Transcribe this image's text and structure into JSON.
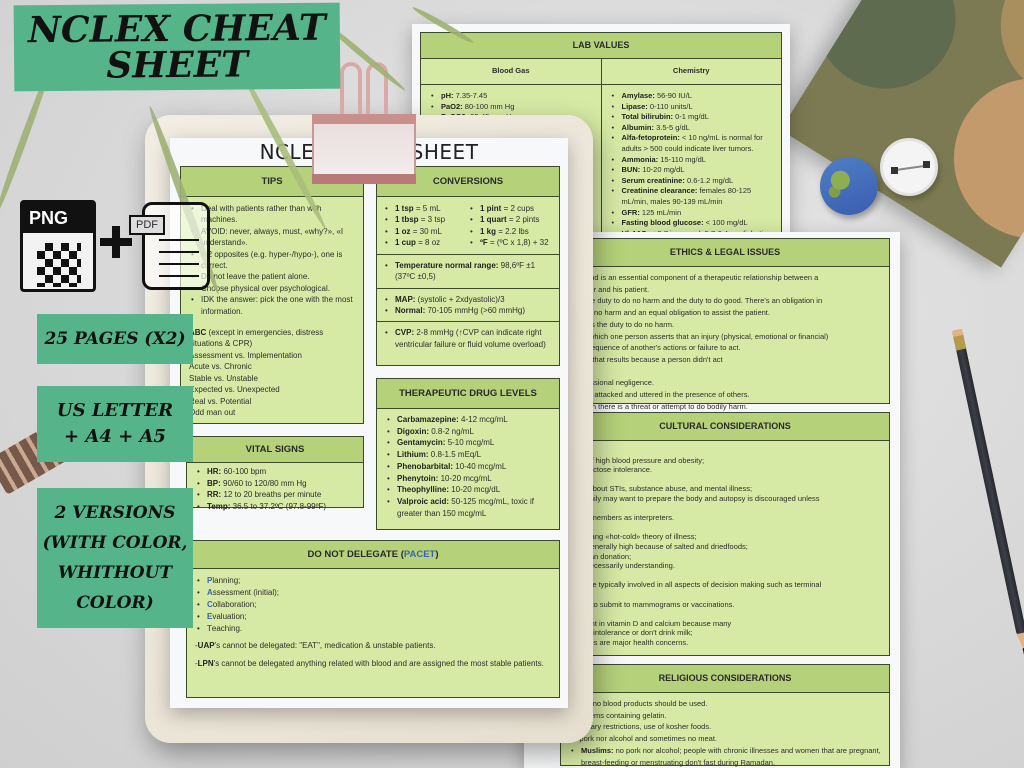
{
  "promo": {
    "title_line1": "NCLEX CHEAT",
    "title_line2": "SHEET",
    "formats": {
      "png_label": "PNG",
      "pdf_label": "PDF",
      "plus": "+"
    },
    "badges": {
      "pages": "25 PAGES (X2)",
      "size_line1": "US LETTER",
      "size_line2": "+ A4 + A5",
      "versions_line1": "2 VERSIONS",
      "versions_line2": "(WITH COLOR,",
      "versions_line3": "WHITHOUT",
      "versions_line4": "COLOR)"
    },
    "accent_color": "#55b489"
  },
  "main_sheet": {
    "title": "NCLEX CHEAT SHEET",
    "tips": {
      "header": "TIPS",
      "items": [
        "Deal with patients rather than with machines.",
        "AVOID: never, always, must, «why?», «I understand».",
        "If 2 opposites (e.g. hyper-/hypo-), one is correct.",
        "Do not leave the patient alone.",
        "Choose physical over psychological.",
        "IDK the answer: pick the one with the most information."
      ],
      "priorities_abc_bold": "ABC",
      "priorities_abc_rest": " (except in emergencies, distress situations & CPR)",
      "priorities": [
        "Assessment vs. Implementation",
        "Acute vs. Chronic",
        "Stable vs. Unstable",
        "Expected vs. Unexpected",
        "Real vs. Potential",
        "Odd man out"
      ]
    },
    "conversions": {
      "header": "CONVERSIONS",
      "left": [
        {
          "k": "1 tsp",
          "v": " = 5 mL"
        },
        {
          "k": "1 tbsp",
          "v": " = 3 tsp"
        },
        {
          "k": "1 oz",
          "v": " = 30 mL"
        },
        {
          "k": "1 cup",
          "v": " = 8 oz"
        }
      ],
      "right": [
        {
          "k": "1 pint",
          "v": " = 2 cups"
        },
        {
          "k": "1 quart",
          "v": " = 2 pints"
        },
        {
          "k": "1 kg",
          "v": " = 2.2 lbs"
        },
        {
          "k": "ºF",
          "v": " = (ºC x 1,8) + 32"
        }
      ],
      "temp_k": "Temperature normal range:",
      "temp_v": " 98,6ºF ±1 (37ºC ±0,5)",
      "map_k": "MAP:",
      "map_v": " (systolic + 2xdyastolic)/3",
      "normal_k": "Normal:",
      "normal_v": " 70-105 mmHg (>60 mmHg)",
      "cvp_k": "CVP:",
      "cvp_v": " 2-8 mmHg (↑CVP can indicate right ventricular failure or fluid volume overload)"
    },
    "drug_levels": {
      "header": "THERAPEUTIC DRUG LEVELS",
      "items": [
        {
          "k": "Carbamazepine:",
          "v": " 4-12 mcg/mL"
        },
        {
          "k": "Digoxin:",
          "v": " 0.8-2 ng/mL"
        },
        {
          "k": "Gentamycin:",
          "v": " 5-10 mcg/mL"
        },
        {
          "k": "Lithium:",
          "v": " 0.8-1.5 mEq/L"
        },
        {
          "k": "Phenobarbital:",
          "v": " 10-40 mcg/mL"
        },
        {
          "k": "Phenytoin:",
          "v": " 10-20 mcg/mL"
        },
        {
          "k": "Theophylline:",
          "v": " 10-20 mcg/dL"
        },
        {
          "k": "Valproic acid:",
          "v": " 50-125 mcg/mL, toxic if greater than  150 mcg/mL"
        }
      ]
    },
    "vital_signs": {
      "header": "VITAL SIGNS",
      "items": [
        {
          "k": "HR:",
          "v": " 60-100 bpm"
        },
        {
          "k": "BP:",
          "v": " 90/60 to 120/80 mm Hg"
        },
        {
          "k": "RR:",
          "v": " 12 to 20 breaths per minute"
        },
        {
          "k": "Temp:",
          "v": " 36.5 to 37.2ºC (97.8-99ºF)"
        }
      ]
    },
    "do_not_delegate": {
      "header_text": "DO NOT DELEGATE (",
      "header_acronym": "PACET",
      "header_close": ")",
      "items": [
        {
          "letter": "P",
          "rest": "lanning;"
        },
        {
          "letter": "A",
          "rest": "ssessment (initial);"
        },
        {
          "letter": "C",
          "rest": "ollaboration;"
        },
        {
          "letter": "E",
          "rest": "valuation;"
        },
        {
          "letter": "T",
          "rest": "eaching."
        }
      ],
      "uap_k": "UAP",
      "uap_v": "'s cannot be delegated: \"EAT\", medication & unstable patients.",
      "lpn_k": "LPN",
      "lpn_v": "'s cannot be delegated anything related with blood and are assigned the most stable patients."
    }
  },
  "lab_sheet": {
    "header": "LAB VALUES",
    "col_blood_gas": "Blood Gas",
    "col_chemistry": "Chemistry",
    "blood_gas": [
      {
        "k": "pH:",
        "v": " 7.35-7.45"
      },
      {
        "k": "PaO2:",
        "v": "  80-100 mm Hg"
      },
      {
        "k": "PaCO2:",
        "v": " 35-45 mm Hg"
      }
    ],
    "chemistry": [
      {
        "k": "Amylase:",
        "v": " 56-90 IU/L"
      },
      {
        "k": "Lipase:",
        "v": " 0-110 units/L"
      },
      {
        "k": "Total bilirubin:",
        "v": " 0-1 mg/dL"
      },
      {
        "k": "Albumin:",
        "v": " 3.5-5 g/dL"
      },
      {
        "k": "Alfa-fetoprotein:",
        "v": " < 10 ng/mL is normal for adults > 500 could indicate liver tumors."
      },
      {
        "k": "Ammonia:",
        "v": " 15-110 mg/dL"
      },
      {
        "k": "BUN:",
        "v": " 10-20 mg/dL"
      },
      {
        "k": "Serum creatinine:",
        "v": " 0.6-1.2 mg/dL"
      },
      {
        "k": "Creatinine clearance:",
        "v": " females 80-125 mL/min, males 90-139 mL/min"
      },
      {
        "k": "GFR:",
        "v": " 125 mL/min"
      },
      {
        "k": "Fasting blood glucose:",
        "v": " < 100 mg/dL"
      },
      {
        "k": "HbA1C:",
        "v": " < 5.7 is normal, 5.7-6.4 prediabetic,"
      }
    ]
  },
  "right_sheet": {
    "ethics": {
      "header": "ETHICS & LEGAL ISSUES",
      "text": "truth and is an essential component of a therapeutic relationship between a\nprovider and his patient.\ne: is the duty to do no harm and the duty to do good. There's an obligation in\ne to do no harm and an equal obligation to assist the patient.\nence: is the duty to do no harm.\nion in which one person asserts that an injury (physical, emotional or financial)\na consequence of another's actions or failure to act.\n: harm that results because a person didn't act\n\n: professional negligence.\naracter attacked and uttered in the presence of others.\nin which there is a threat or attempt to do bodily harm.\nauthorized physical contact."
    },
    "cultural": {
      "header": "CULTURAL CONSIDERATIONS",
      "text": "icans\nence of high blood pressure and obesity;\nce of lactose intolerance.\nans\nsilent about STIs, substance abuse, and mental illness;\nthe family may want to prepare the body and autopsy is discouraged unless\nlaw;\nfamily members as interpreters.\nans\ne yin/yang «hot-cold» theory of illness;\nke is generally high because of salted and driedfoods;\nse organ donation;\nhout necessarily understanding.\ncans\nbers are typically involved in all aspects of decision making such as terminal\n\neason to submit to mammograms or vaccinations.\ncans\ndeficient in vitamin D and calcium because many\nactose intolerance or don't drink milk;\ndiabetes are major health concerns."
    },
    "religious": {
      "header": "RELIGIOUS CONSIDERATIONS",
      "text": "          itness: no blood products should be used.\n          ef or items containing gelatin.\n          ial dietary restrictions, use of kosher foods.\n          no pork nor alcohol and sometimes no meat.",
      "muslims_k": "Muslims:",
      "muslims_v": " no pork nor alcohol; people with chronic illnesses and women that are pregnant, breast-feeding or menstruating don't fast during Ramadan."
    }
  },
  "colors": {
    "panel_fill": "#d6eaa5",
    "panel_header": "#b5d17a",
    "acronym_blue": "#3a64b0",
    "promo_green": "#55b489"
  }
}
